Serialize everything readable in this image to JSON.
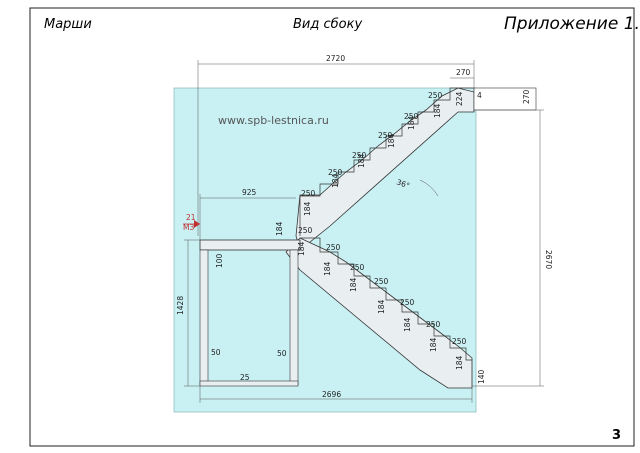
{
  "header": {
    "left_title": "Марши",
    "center_title": "Вид сбоку",
    "right_title": "Приложение 1."
  },
  "watermark": "www.spb-lestnica.ru",
  "page_number": "3",
  "level_mark": {
    "top": "21",
    "bottom": "МЗ"
  },
  "dimensions": {
    "total_width_top": "2720",
    "total_width_bottom": "2696",
    "landing_length": "925",
    "height_total": "2670",
    "height_lower": "1428",
    "top_step": "270",
    "top_small_step": "270",
    "top_riser": "224",
    "top_gap": "4",
    "tread": "250",
    "riser": "184",
    "angle": "36°",
    "support_height": "100",
    "post_left": "50",
    "post_right": "50",
    "base_gap": "25",
    "bottom_step": "140"
  },
  "colors": {
    "fill": "#c9f1f4",
    "stair_fill": "#e9eef0",
    "line": "#333333"
  }
}
